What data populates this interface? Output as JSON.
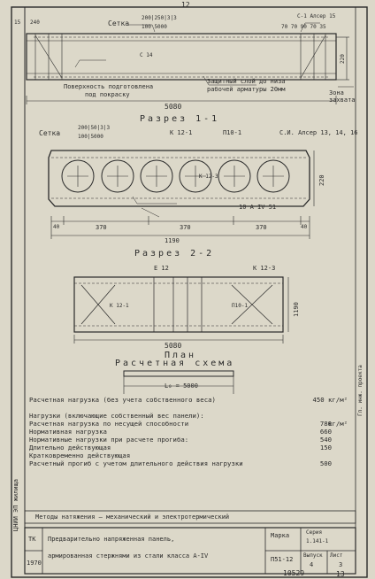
{
  "page": {
    "number": "12",
    "footer_number": "10529",
    "sheet_mark": "13"
  },
  "elevation": {
    "dim_top_left": "15",
    "dim_240": "240",
    "grid_label": "Сетка",
    "grid_spec_1": "200|250|3|3",
    "grid_spec_2": "100 5000",
    "frame_label": "С-1 Алсер 15",
    "frame_dims": "70 70 90 70 35",
    "c14": "С 14",
    "note_prep": "Поверхность подготовлена",
    "note_paint": "под покраску",
    "note_cover_1": "Защитный слой до низа",
    "note_cover_2": "рабочей арматуры 20мм",
    "note_anchor_1": "Зона",
    "note_anchor_2": "захвата",
    "length": "5080",
    "height": "220"
  },
  "section11": {
    "title": "Разрез 1-1",
    "grid_label": "Сетка",
    "grid_spec_1": "200|50|3|3",
    "grid_spec_2": "100|5000",
    "k12_1": "К 12-1",
    "p10_1": "П10-1",
    "anchor": "С.И. Алсер 13, 14, 16",
    "k12_3": "К 12-3",
    "rebar": "10 А IV 51",
    "height": "220",
    "dims": [
      "40",
      "370",
      "370",
      "370",
      "40"
    ],
    "total": "1190"
  },
  "section22": {
    "title": "Разрез 2-2"
  },
  "plan": {
    "e12": "Е 12",
    "k12_3": "К 12-3",
    "k12_1": "К 12-1",
    "p10_1": "П10-1",
    "width": "1190",
    "length": "5080",
    "title": "План"
  },
  "scheme": {
    "title": "Расчетная схема",
    "span": "L₀ = 5000"
  },
  "loads": {
    "design_load_label": "Расчетная нагрузка (без учета собственного веса)",
    "design_load_value": "450 кг/м²",
    "loads_header": "Нагрузки (включающие собственный вес панели):",
    "rows": [
      {
        "label": "Расчетная нагрузка по несущей способности",
        "value": "780",
        "unit": "кг/м²"
      },
      {
        "label": "Нормативная нагрузка",
        "value": "660",
        "unit": ""
      },
      {
        "label": "Нормативные нагрузки при расчете прогиба:",
        "value": "540",
        "unit": ""
      },
      {
        "label": "Длительно действующая",
        "value": "150",
        "unit": ""
      },
      {
        "label": "Кратковременно действующая",
        "value": "",
        "unit": ""
      },
      {
        "label": "Расчетный прогиб с учетом длительного действия нагрузки",
        "value": "500",
        "unit": ""
      }
    ]
  },
  "methods_line": "Методы натяжения — механический и электротермический",
  "title_block": {
    "tk": "ТК",
    "year": "1970",
    "name_line1": "Предварительно напряженная панель,",
    "name_line2": "армированная стержнями из стали класса А-IV",
    "mark_label": "Марка",
    "mark_value": "П51-12",
    "series_label": "Серия",
    "series_value": "1.141-1",
    "issue_label": "Выпуск",
    "issue_value": "4",
    "sheet_label": "Лист",
    "sheet_value": "3"
  },
  "left_stamp": "ЦНИИ ЭП жилища",
  "right_stamp": "Гл. инж. проекта"
}
